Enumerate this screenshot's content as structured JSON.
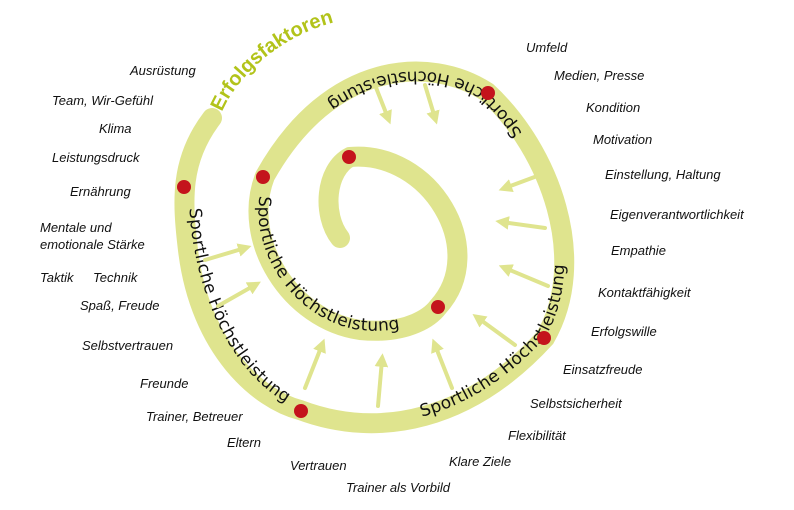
{
  "title": "Erfolgsfaktoren",
  "spiral_label": "Sportliche Höchstleistung",
  "colors": {
    "spiral": "#dfe48e",
    "arrow": "#dfe48e",
    "title": "#b2c31a",
    "dot": "#c4141c",
    "text": "#111111"
  },
  "factors_left": [
    "Ausrüstung",
    "Team, Wir-Gefühl",
    "Klima",
    "Leistungsdruck",
    "Ernährung",
    "Mentale und",
    "emotionale Stärke",
    "Taktik",
    "Technik",
    "Spaß, Freude",
    "Selbstvertrauen",
    "Freunde",
    "Trainer, Betreuer",
    "Eltern"
  ],
  "factors_bottom": [
    "Vertrauen",
    "Trainer als Vorbild",
    "Klare Ziele",
    "Flexibilität"
  ],
  "factors_right": [
    "Umfeld",
    "Medien, Presse",
    "Kondition",
    "Motivation",
    "Einstellung, Haltung",
    "Eigenverantwortlichkeit",
    "Empathie",
    "Kontaktfähigkeit",
    "Erfolgswille",
    "Einsatzfreude",
    "Selbstsicherheit"
  ]
}
